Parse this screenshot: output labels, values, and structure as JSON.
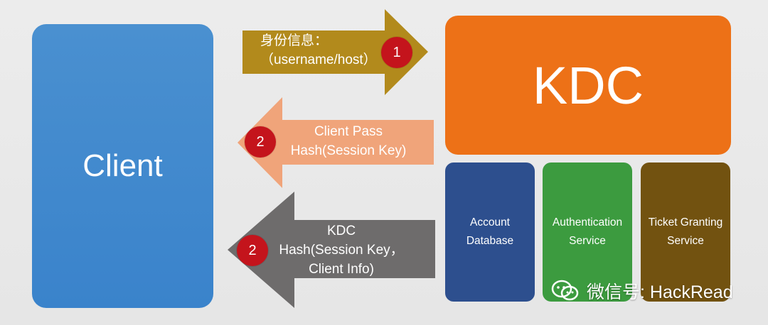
{
  "client": {
    "label": "Client"
  },
  "kdc": {
    "label": "KDC",
    "services": [
      {
        "label": "Account\nDatabase",
        "color": "#2d4f8e"
      },
      {
        "label": "Authentication\nService",
        "color": "#3c9b3f"
      },
      {
        "label": "Ticket Granting\nService",
        "color": "#725210"
      }
    ]
  },
  "arrows": [
    {
      "step": "1",
      "text": "身份信息：\n（username/host）",
      "direction": "to-kdc",
      "color": "#b28a1c"
    },
    {
      "step": "2",
      "text": "Client Pass\nHash(Session Key)",
      "direction": "to-client",
      "color": "#f0a47a"
    },
    {
      "step": "2",
      "text": "KDC\nHash(Session Key，\nClient Info)",
      "direction": "to-client",
      "color": "#6e6c6c"
    }
  ],
  "watermark": {
    "icon": "wechat-icon",
    "text": "微信号: HackRead"
  },
  "colors": {
    "client": "#3a83cb",
    "kdc": "#ed7117",
    "step_circle": "#c4141c"
  }
}
